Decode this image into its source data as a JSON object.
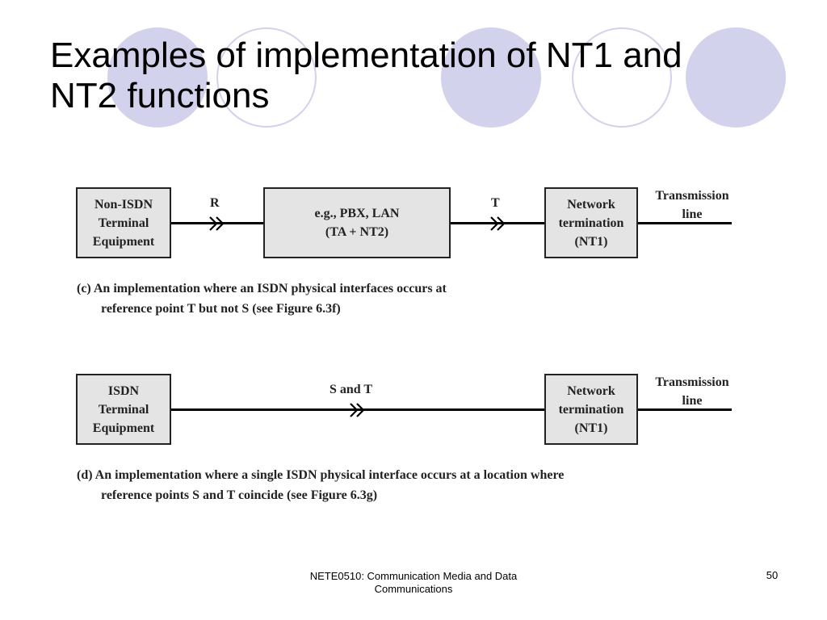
{
  "slide": {
    "title_lines": [
      "Examples of implementation of NT1 and",
      "NT2 functions"
    ],
    "accent_color": "#d2d2ec"
  },
  "diagram_c": {
    "box_left": [
      "Non-ISDN",
      "Terminal",
      "Equipment"
    ],
    "label_r": "R",
    "box_middle": [
      "e.g., PBX, LAN",
      "(TA + NT2)"
    ],
    "label_t": "T",
    "box_right": [
      "Network",
      "termination",
      "(NT1)"
    ],
    "transmission": [
      "Transmission",
      "line"
    ],
    "caption": [
      "(c) An implementation where an ISDN physical interfaces occurs at",
      "reference point T but not S (see Figure 6.3f)"
    ]
  },
  "diagram_d": {
    "box_left": [
      "ISDN",
      "Terminal",
      "Equipment"
    ],
    "label_st": "S and T",
    "box_right": [
      "Network",
      "termination",
      "(NT1)"
    ],
    "transmission": [
      "Transmission",
      "line"
    ],
    "caption": [
      "(d) An implementation where a single ISDN physical interface occurs at a location where",
      "reference points S and T coincide (see Figure 6.3g)"
    ]
  },
  "footer": {
    "course_lines": [
      "NETE0510: Communication Media and Data",
      "Communications"
    ],
    "page_number": "50"
  }
}
